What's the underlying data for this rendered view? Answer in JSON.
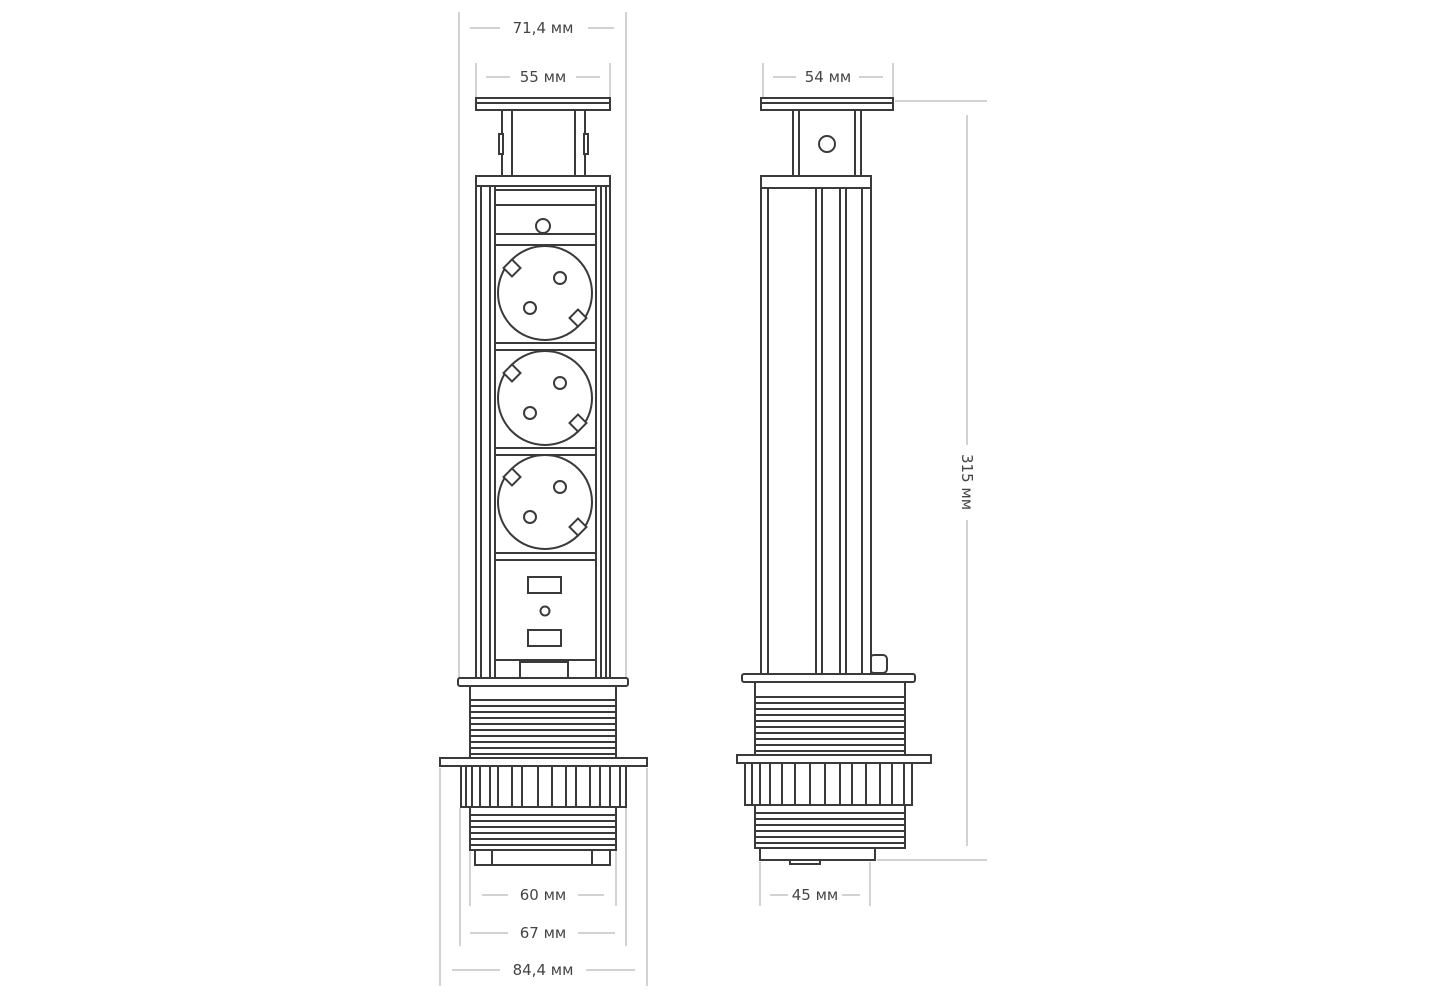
{
  "title": "Pop-up power socket dimensional drawing",
  "dimensions": {
    "front_total_width": "71,4 мм",
    "front_cap_width": "55 мм",
    "side_cap_width": "54 мм",
    "height": "315 мм",
    "thread_width": "60 мм",
    "nut_width": "67 мм",
    "flange_width": "84,4 мм",
    "side_bottom_width": "45 мм"
  },
  "colors": {
    "line": "#3a3a3a",
    "dimension": "#c4c4c4"
  }
}
